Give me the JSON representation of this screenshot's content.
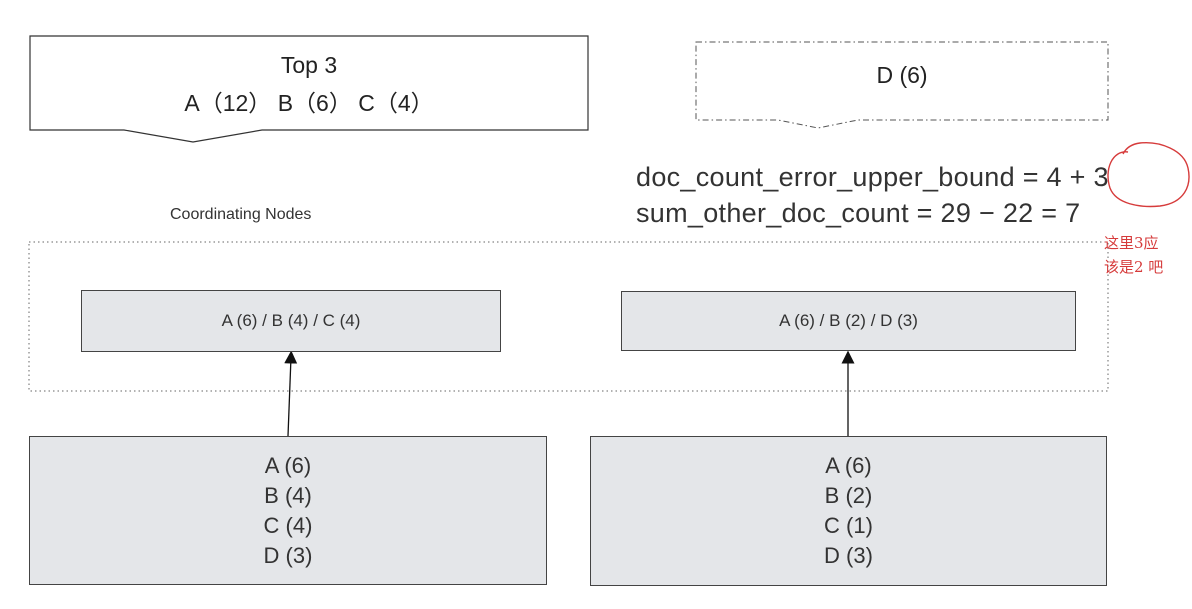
{
  "top_box": {
    "title": "Top 3",
    "result": "A（12） B（6） C（4）"
  },
  "d_box": {
    "label": "D (6)"
  },
  "formulas": {
    "error_upper_bound": "doc_count_error_upper_bound = 4 + 3",
    "sum_other": "sum_other_doc_count = 29 − 22 = 7"
  },
  "coordinating": {
    "title": "Coordinating Nodes",
    "shards": [
      {
        "text": "A (6) / B (4) / C (4)"
      },
      {
        "text": "A (6) / B (2) / D (3)"
      }
    ]
  },
  "data_nodes": [
    {
      "items": [
        "A (6)",
        "B (4)",
        "C (4)",
        "D (3)"
      ]
    },
    {
      "items": [
        "A (6)",
        "B (2)",
        "C (1)",
        "D (3)"
      ]
    }
  ],
  "annotation": {
    "line1": "这里3应",
    "line2": "该是2 吧",
    "color": "#d63b3b"
  }
}
